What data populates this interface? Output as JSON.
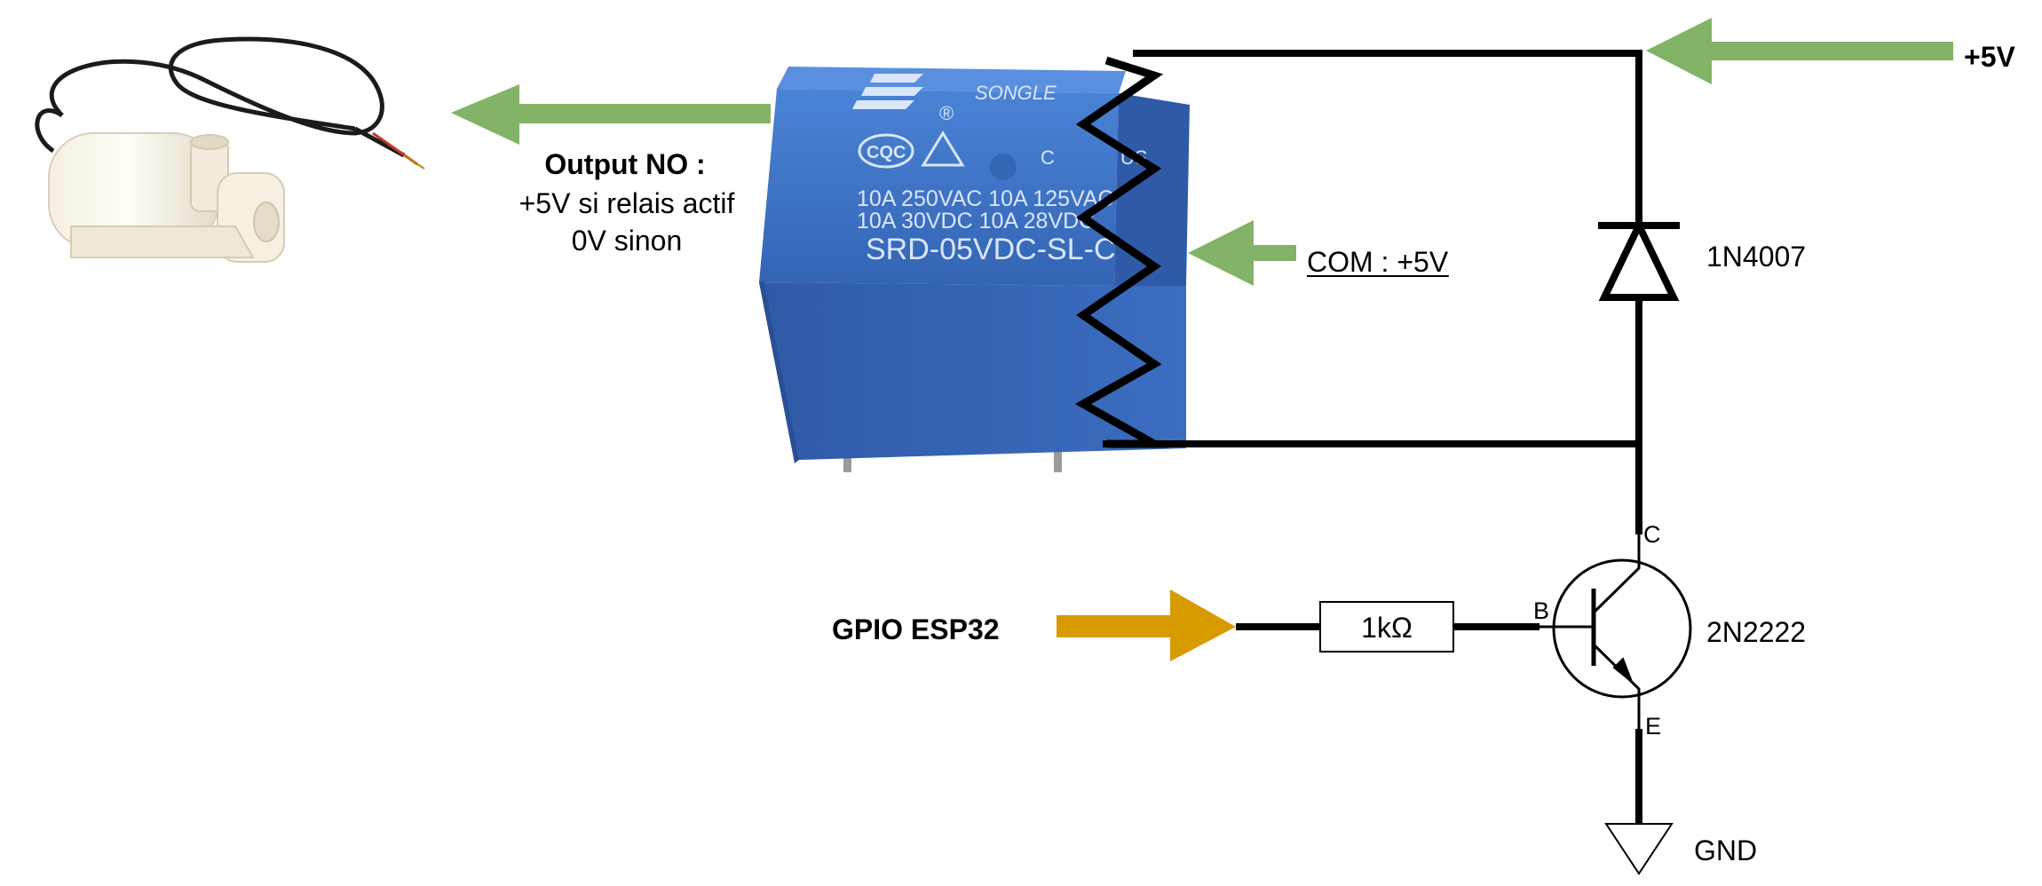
{
  "labels": {
    "supply": "+5V",
    "output_title": "Output NO :",
    "output_line1": "+5V si relais actif",
    "output_line2": "0V sinon",
    "com": "COM : +5V",
    "diode": "1N4007",
    "gpio": "GPIO ESP32",
    "resistor": "1kΩ",
    "transistor": "2N2222",
    "pin_c": "C",
    "pin_b": "B",
    "pin_e": "E",
    "ground": "GND"
  },
  "relay": {
    "brand": "SONGLE",
    "registered": "®",
    "cqc": "CQC",
    "c_mark": "C",
    "us_mark": "US",
    "spec1": "10A 250VAC  10A 125VAC",
    "spec2": "10A  30VDC  10A 28VDC",
    "model": "SRD-05VDC-SL-C"
  },
  "colors": {
    "arrow_green": "#82b366",
    "arrow_gold": "#d79b00",
    "relay_blue": "#3d74c9",
    "wire": "#000000"
  },
  "icons": {
    "pump": "water-pump-icon",
    "relay": "relay-module-icon",
    "coil": "coil-zigzag-icon",
    "diode": "diode-icon",
    "resistor": "resistor-icon",
    "transistor": "npn-transistor-icon",
    "ground": "ground-icon"
  }
}
